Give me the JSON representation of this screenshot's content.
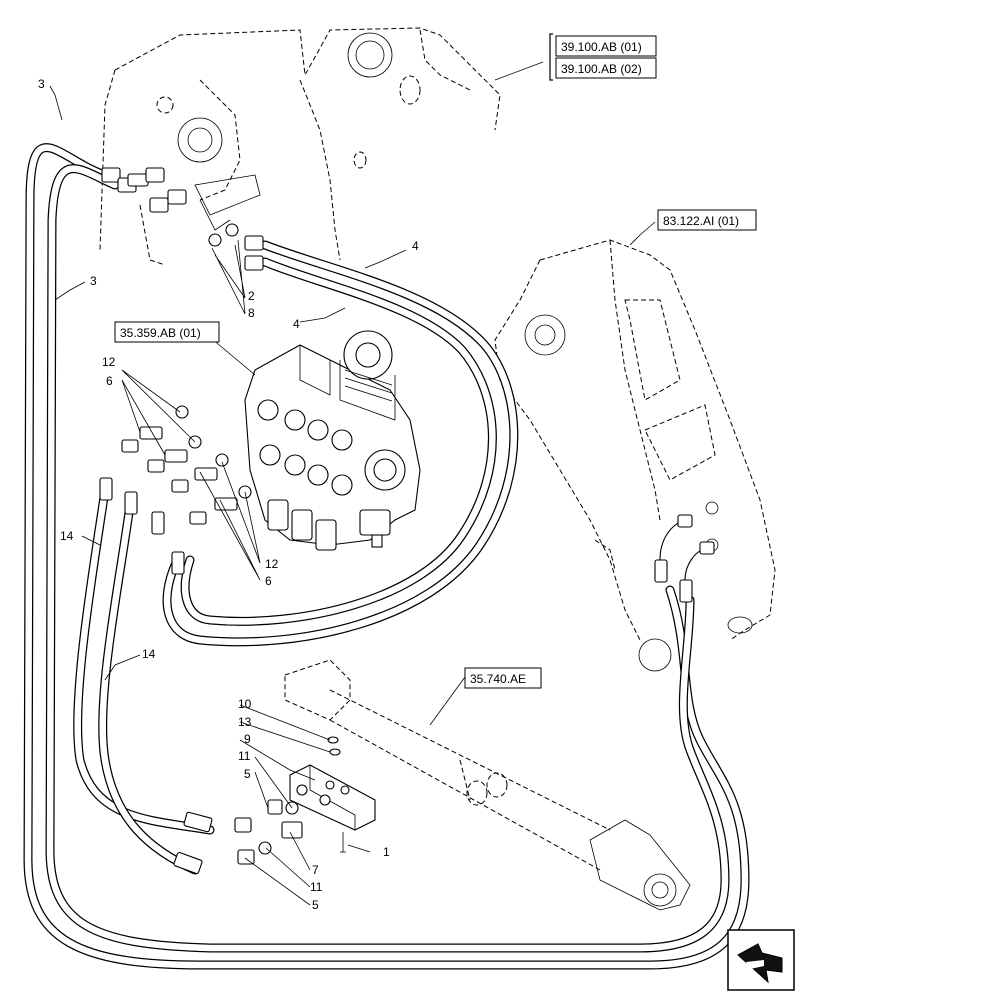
{
  "references": {
    "ref_39_01": "39.100.AB (01)",
    "ref_39_02": "39.100.AB (02)",
    "ref_83": "83.122.AI (01)",
    "ref_35_359": "35.359.AB (01)",
    "ref_35_740": "35.740.AE"
  },
  "callouts": {
    "c3_top": "3",
    "c3_left": "3",
    "c4_upper": "4",
    "c4_lower": "4",
    "c2": "2",
    "c8": "8",
    "c12_top": "12",
    "c6_top": "6",
    "c12_bottom": "12",
    "c6_bottom": "6",
    "c14_left": "14",
    "c14_mid": "14",
    "c10": "10",
    "c13": "13",
    "c9": "9",
    "c11_top": "11",
    "c5_top": "5",
    "c1": "1",
    "c7": "7",
    "c11_bottom": "11",
    "c5_bottom": "5"
  },
  "nav_icon": "arrow-icon"
}
